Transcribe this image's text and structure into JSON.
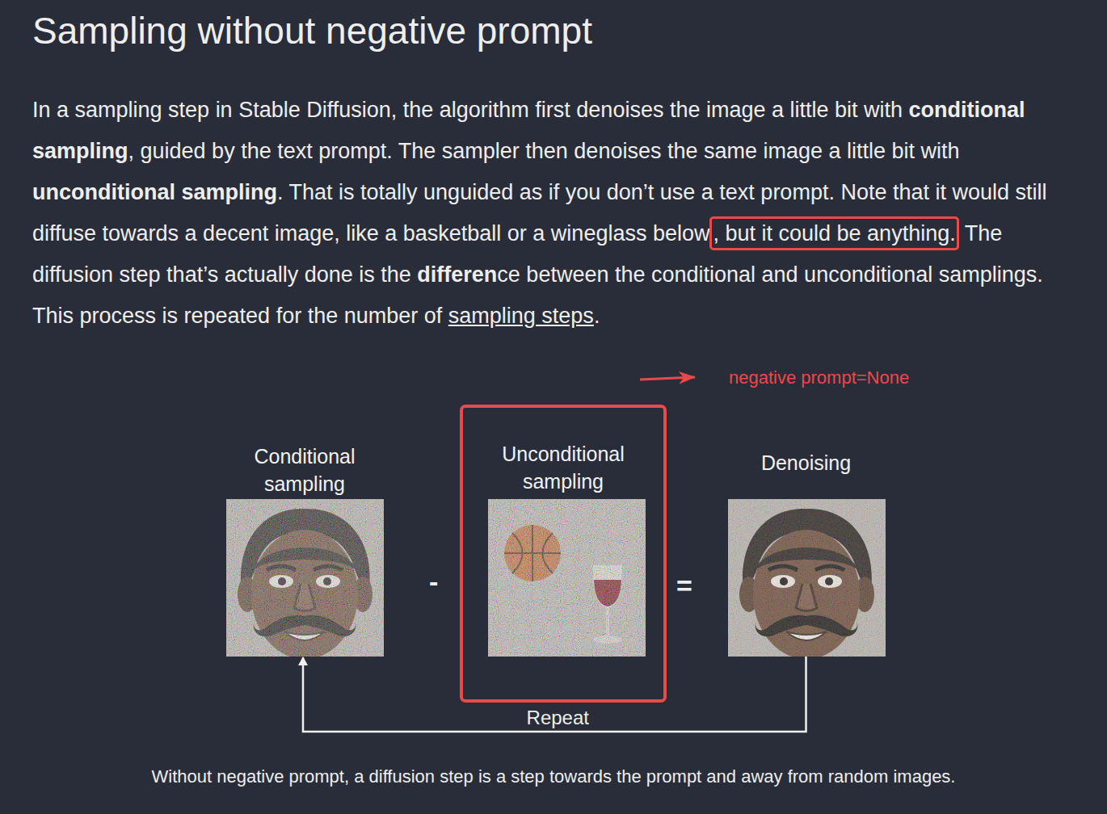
{
  "diagram": {
    "title": "Sampling without negative prompt",
    "caption": "Without negative prompt, a diffusion step is a step towards the prompt and away from random images.",
    "nodes": [
      {
        "text": [
          "Conditional sampling"
        ]
      },
      {
        "text": [
          "Unconditional sampling"
        ]
      },
      {
        "text": [
          "Denoising"
        ]
      }
    ],
    "edges": [
      {
        "from": 2,
        "to": 0,
        "arrow": "to",
        "label": "Repeat"
      }
    ],
    "labels": [
      "In a sampling step in Stable Diffusion, the algorithm first denoises the image a little bit with",
      "conditional sampling",
      ", guided by the text prompt. The sampler then denoises the same image a little bit with",
      "unconditional sampling",
      ". That is totally unguided as if you don’t use a text prompt. Note that it would still diffuse towards a decent image, like a basketball or a wineglass below",
      ", but it could be anything.",
      "The diffusion step that’s actually done is the",
      "differen",
      "ce between the conditional and unconditional samplings. This process is repeated for the number of",
      "sampling steps",
      ".",
      "negative prompt=None",
      "-",
      "="
    ]
  }
}
